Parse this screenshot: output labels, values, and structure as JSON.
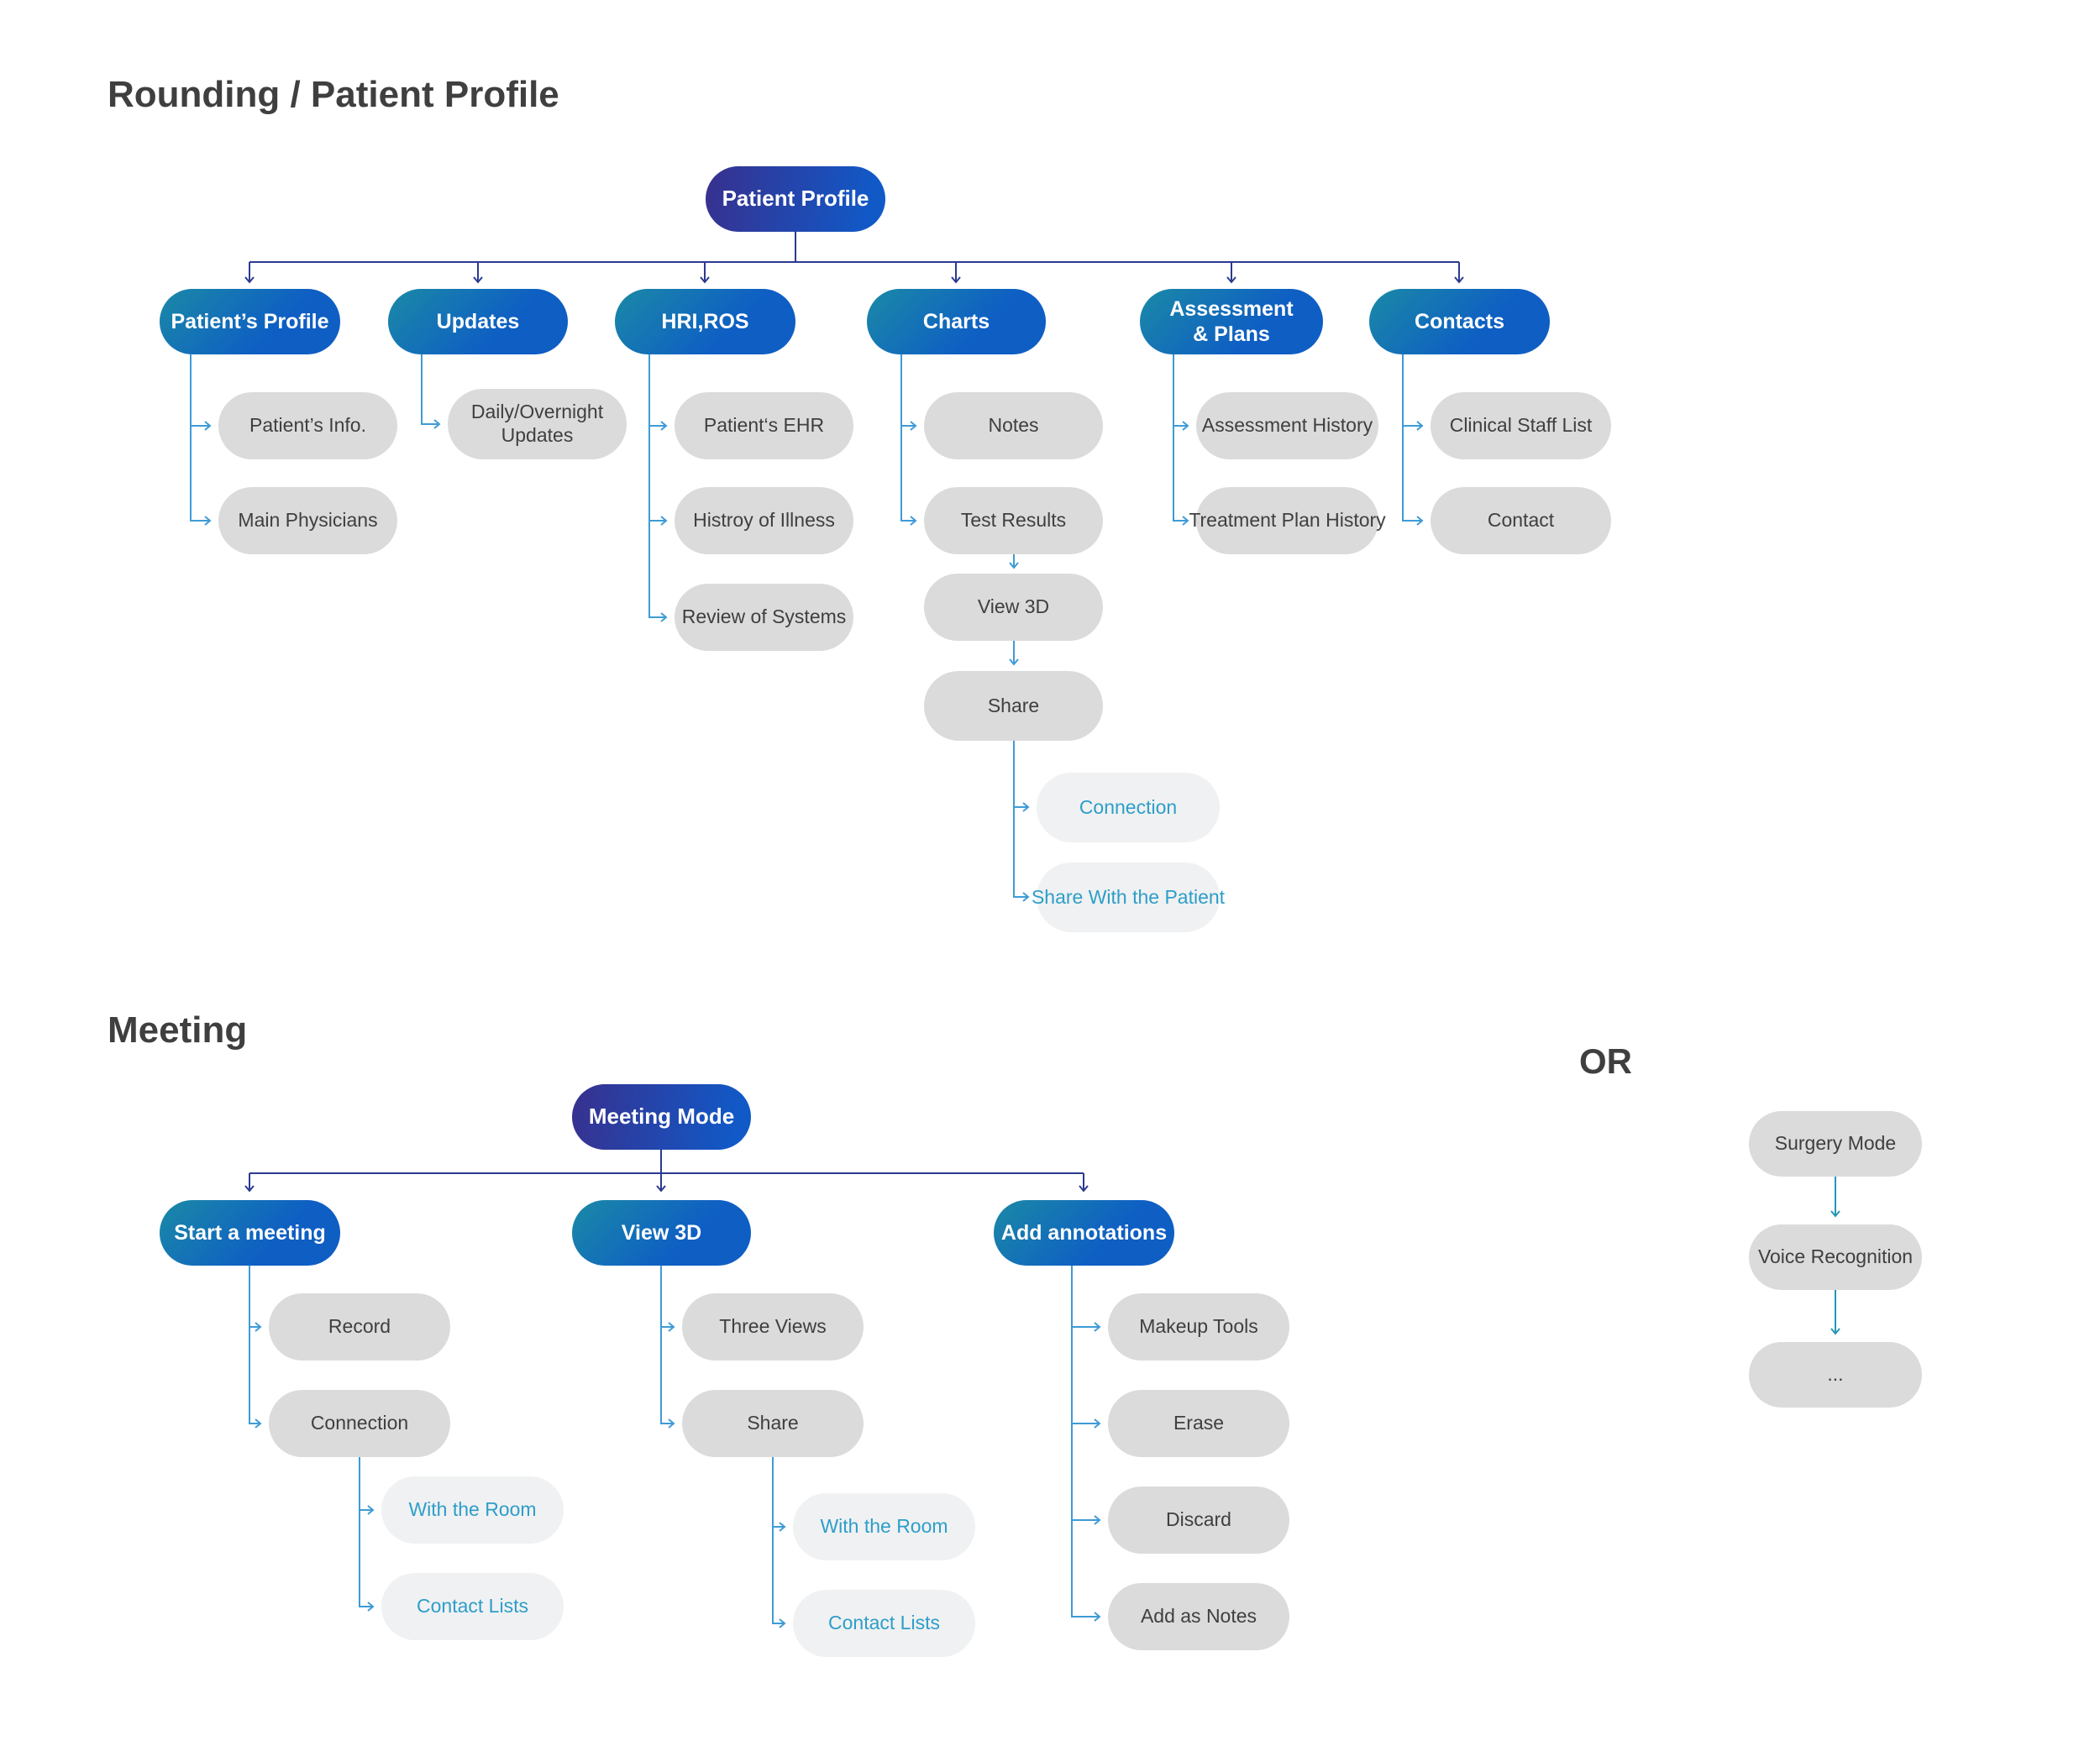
{
  "sections": {
    "rounding_title": "Rounding / Patient Profile",
    "meeting_title": "Meeting",
    "or_label": "OR"
  },
  "colors": {
    "root_gradient_start": "#38308E",
    "root_gradient_end": "#1159C7",
    "branch_gradient_start": "#1B89A6",
    "branch_gradient_end": "#0E5EC4",
    "node_gray": "#DBDBDB",
    "node_light_gray": "#F0F1F2",
    "text_dark": "#3F3F3F",
    "text_blue": "#2D9EC9",
    "connector_navy": "#2B3A90",
    "connector_blue": "#3E9BD6",
    "connector_teal": "#2596B5"
  },
  "nodes": {
    "patient_profile": "Patient Profile",
    "patients_profile": "Patient’s Profile",
    "updates": "Updates",
    "hri_ros": "HRI,ROS",
    "charts": "Charts",
    "assessment_plans": "Assessment\n& Plans",
    "contacts": "Contacts",
    "patients_info": "Patient’s Info.",
    "main_physicians": "Main Physicians",
    "daily_overnight": "Daily/Overnight\nUpdates",
    "patients_ehr": "Patient‘s EHR",
    "history_illness": "Histroy of Illness",
    "review_systems": "Review of Systems",
    "notes": "Notes",
    "test_results": "Test Results",
    "view_3d": "View 3D",
    "share": "Share",
    "connection": "Connection",
    "share_with_patient": "Share With the Patient",
    "assessment_history": "Assessment History",
    "treatment_plan_history": "Treatment Plan History",
    "clinical_staff_list": "Clinical Staff List",
    "contact": "Contact",
    "meeting_mode": "Meeting Mode",
    "start_meeting": "Start a meeting",
    "view_3d_meeting": "View 3D",
    "add_annotations": "Add annotations",
    "record": "Record",
    "connection_meeting": "Connection",
    "with_room_1": "With the Room",
    "contact_lists_1": "Contact Lists",
    "three_views": "Three Views",
    "share_meeting": "Share",
    "with_room_2": "With the Room",
    "contact_lists_2": "Contact Lists",
    "makeup_tools": "Makeup Tools",
    "erase": "Erase",
    "discard": "Discard",
    "add_as_notes": "Add as Notes",
    "surgery_mode": "Surgery Mode",
    "voice_recognition": "Voice Recognition",
    "ellipsis": "..."
  }
}
